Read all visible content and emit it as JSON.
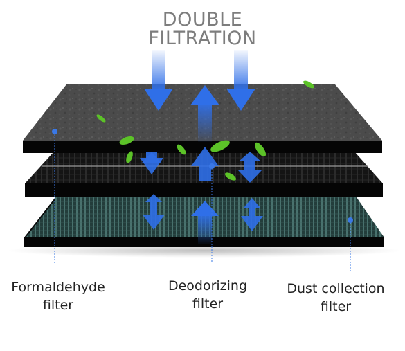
{
  "title": {
    "line1": "DOUBLE",
    "line2": "FILTRATION"
  },
  "layers": [
    {
      "name": "Formaldehyde filter",
      "label_line1": "Formaldehyde",
      "label_line2": "filter",
      "color": "#4a4a4a"
    },
    {
      "name": "Deodorizing filter",
      "label_line1": "Deodorizing",
      "label_line2": "filter",
      "color": "#1c1c1c"
    },
    {
      "name": "Dust collection filter",
      "label_line1": "Dust collection",
      "label_line2": "filter",
      "color": "#2f4a48"
    }
  ],
  "colors": {
    "arrow": "#2f6fe8",
    "leaf": "#5cc228",
    "pointer": "#3a78e6",
    "frame": "#050505"
  }
}
